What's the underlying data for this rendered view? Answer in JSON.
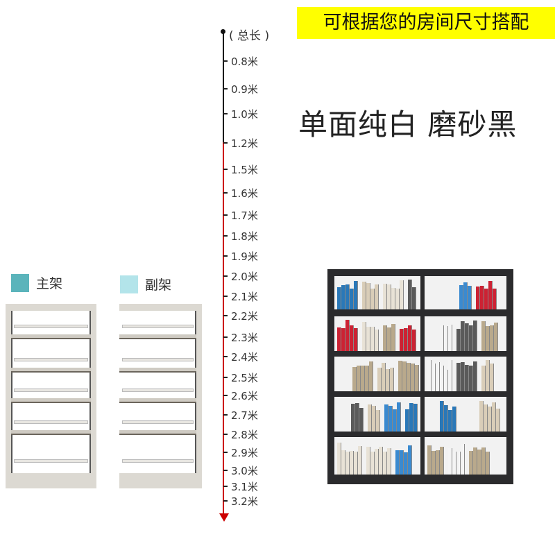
{
  "banner": {
    "text": "可根据您的房间尺寸搭配"
  },
  "headline": {
    "text": "单面纯白 磨砂黑"
  },
  "scale": {
    "title": "( 总长 )",
    "labels": [
      "0.8米",
      "0.9米",
      "1.0米",
      "1.2米",
      "1.5米",
      "1.6米",
      "1.7米",
      "1.8米",
      "1.9米",
      "2.0米",
      "2.1米",
      "2.2米",
      "2.3米",
      "2.4米",
      "2.5米",
      "2.6米",
      "2.7米",
      "2.8米",
      "2.9米",
      "3.0米",
      "3.1米",
      "3.2米"
    ],
    "colors": {
      "upper": "#111111",
      "lower": "#c00000"
    }
  },
  "legend": {
    "main": {
      "label": "主架",
      "color": "#5bb4bb"
    },
    "sub": {
      "label": "副架",
      "color": "#b3e4ea"
    }
  }
}
